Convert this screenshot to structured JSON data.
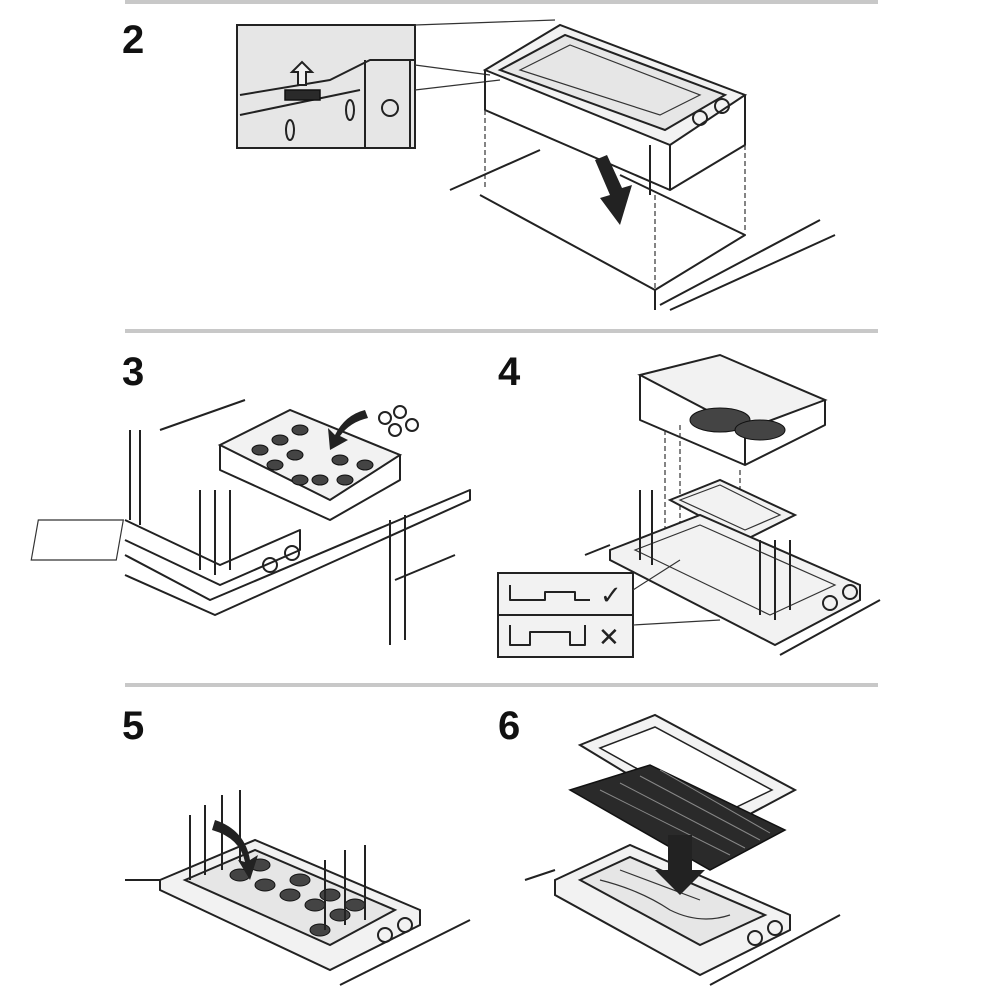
{
  "steps": [
    {
      "number": "2"
    },
    {
      "number": "3"
    },
    {
      "number": "4"
    },
    {
      "number": "5"
    },
    {
      "number": "6"
    }
  ],
  "step4_legend": {
    "correct_symbol": "✓",
    "wrong_symbol": "✕"
  },
  "colors": {
    "rule": "#c8c8c8",
    "ink": "#222222",
    "panel": "#e6e6e6"
  }
}
